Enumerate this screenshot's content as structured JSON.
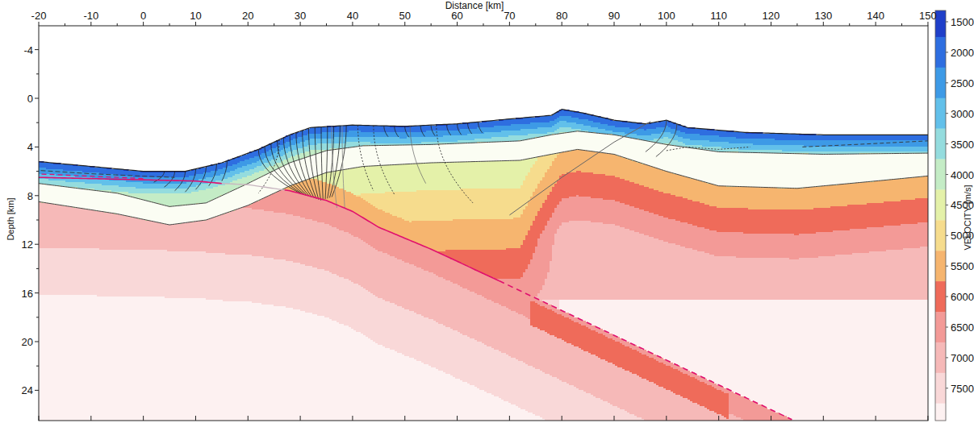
{
  "diagram": {
    "labels": [
      "Distance [km]",
      "-20",
      "-10",
      "0",
      "10",
      "20",
      "30",
      "40",
      "50",
      "60",
      "70",
      "80",
      "90",
      "100",
      "110",
      "120",
      "130",
      "140",
      "150",
      "Depth [km]",
      "-4",
      "0",
      "4",
      "8",
      "12",
      "16",
      "20",
      "24",
      "1500",
      "2000",
      "2500",
      "3000",
      "3500",
      "4000",
      "4500",
      "5000",
      "5500",
      "6000",
      "6500",
      "7000",
      "7500",
      "VELOCITY [m/s]"
    ]
  }
}
